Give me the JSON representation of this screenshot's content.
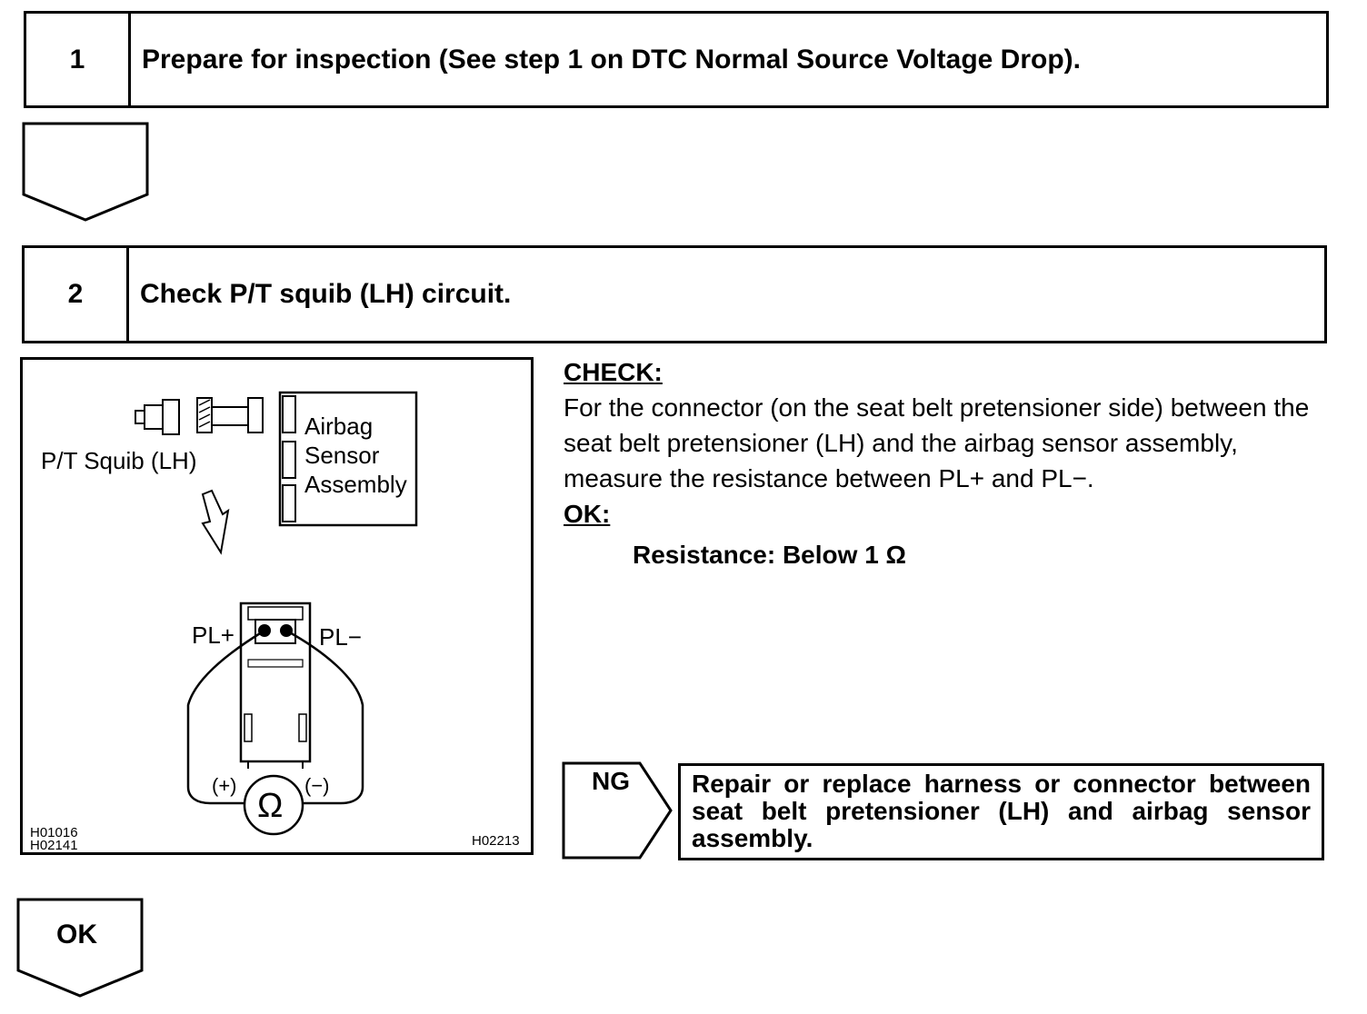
{
  "step1": {
    "number": "1",
    "title": "Prepare for inspection (See step 1 on DTC Normal Source Voltage Drop)."
  },
  "step2": {
    "number": "2",
    "title": "Check P/T squib (LH) circuit."
  },
  "illustration": {
    "squib_label": "P/T Squib (LH)",
    "sensor_label_lines": [
      "Airbag",
      "Sensor",
      "Assembly"
    ],
    "pl_plus": "PL+",
    "pl_minus": "PL−",
    "meter_plus": "(+)",
    "meter_minus": "(−)",
    "meter_symbol": "Ω",
    "code_left_1": "H01016",
    "code_left_2": "H02141",
    "code_right": "H02213"
  },
  "check": {
    "heading": "CHECK:",
    "body": "For the connector (on the seat belt pretensioner side) between the seat belt pretensioner (LH) and the airbag sensor assembly, measure the resistance between PL+ and PL−.",
    "ok_heading": "OK:",
    "spec": "Resistance: Below 1 Ω"
  },
  "ng": {
    "label": "NG",
    "action": "Repair or replace harness or connector between seat belt pretensioner (LH) and airbag sensor assembly."
  },
  "ok_arrow": {
    "label": "OK"
  }
}
